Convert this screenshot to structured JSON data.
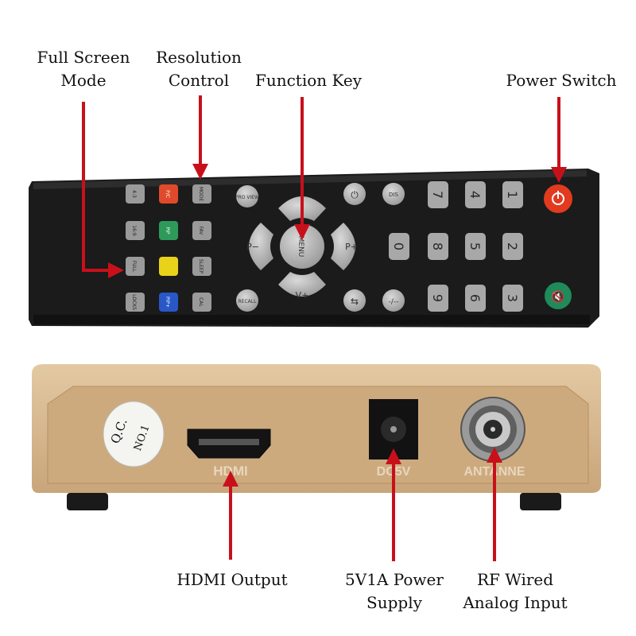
{
  "callouts": {
    "full_screen": [
      "Full Screen",
      "Mode"
    ],
    "resolution": [
      "Resolution",
      "Control"
    ],
    "function_key": "Function Key",
    "power_switch": "Power Switch",
    "hdmi_output": "HDMI Output",
    "power_supply": [
      "5V1A Power",
      "Supply"
    ],
    "rf_input": [
      "RF Wired",
      "Analog Input"
    ]
  },
  "remote": {
    "left_keys": [
      [
        "4:3",
        "P/C",
        "MODE"
      ],
      [
        "16:9",
        "PIP",
        "FAV"
      ],
      [
        "FULL",
        "",
        "SLEEP"
      ],
      [
        "LOCKS",
        "PIP+",
        "CAL"
      ]
    ],
    "pro_view_label": "PRO VIEW",
    "recall_label": "RECALL",
    "nav": {
      "up": "",
      "left": "P−",
      "center": "MENU",
      "right": "P+",
      "down": "V+"
    },
    "dis_label": "DIS",
    "dash_label": "-/--",
    "digits": [
      [
        "7",
        "4",
        "1"
      ],
      [
        "8",
        "5",
        "2"
      ],
      [
        "9",
        "6",
        "3"
      ],
      [
        "0"
      ]
    ]
  },
  "device": {
    "qc_sticker": [
      "Q.C.",
      "NO.1"
    ],
    "port_labels": {
      "hdmi": "HDMI",
      "dc": "DC5V",
      "antenna": "ANTANNE"
    }
  },
  "colors": {
    "arrow": "#c8101b",
    "remote_body": "#1b1b1b",
    "device_body": "#d5b58c",
    "power_key": "#e23a1f",
    "mute_key": "#1f8a5a"
  }
}
